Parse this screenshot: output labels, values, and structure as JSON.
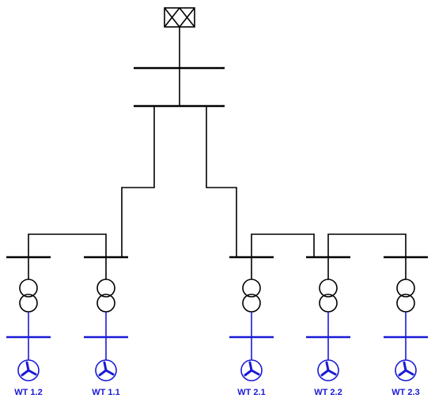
{
  "diagram": {
    "colors": {
      "line": "#000000",
      "generator": "#1a1ad6",
      "background": "#ffffff"
    },
    "grid_symbol": "grid-connection-icon",
    "turbines": [
      {
        "label": "WT 1.2"
      },
      {
        "label": "WT 1.1"
      },
      {
        "label": "WT 2.1"
      },
      {
        "label": "WT 2.2"
      },
      {
        "label": "WT 2.3"
      }
    ]
  }
}
